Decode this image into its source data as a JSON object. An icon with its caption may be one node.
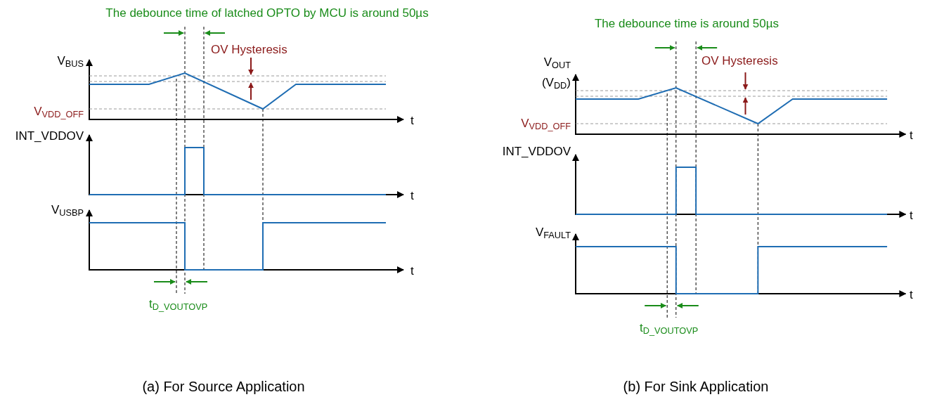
{
  "diagram": {
    "labels": [
      "The debounce time of latched OPTO by MCU is around 50µs",
      "OV Hysteresis",
      "V$_{BUS}$",
      "V$_{VDD_OFF}$",
      "t",
      "INT_VDDOV",
      "t",
      "V$_{USBP}$",
      "t",
      "t$_{D_VOUTOVP}$",
      "(a) For Source Application",
      "The debounce time is around 50µs",
      "OV Hysteresis",
      "V$_{OUT}$",
      "(V$_{DD}$)",
      "V$_{VDD_OFF}$",
      "t",
      "INT_VDDOV",
      "t",
      "V$_{FAULT}$",
      "t",
      "t$_{D_VOUTOVP}$",
      "(b) For Sink Application"
    ]
  }
}
